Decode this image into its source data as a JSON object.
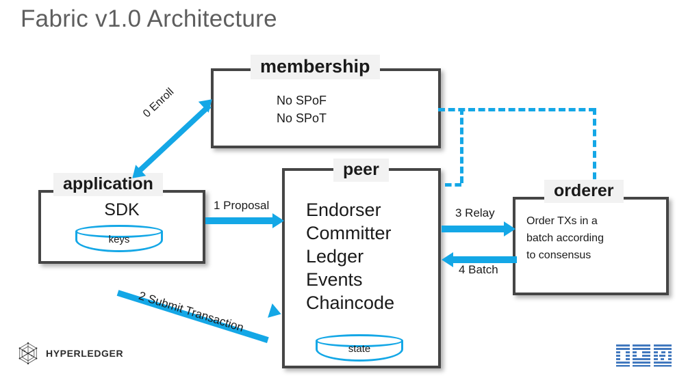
{
  "page": {
    "title": "Fabric v1.0 Architecture",
    "accent_color": "#14A7E6",
    "box_border_color": "#454545",
    "tag_background": "#f2f2f2",
    "title_color": "#5e5e5e",
    "ibm_blue": "#4178BE"
  },
  "boxes": {
    "membership": {
      "label": "membership",
      "body": "No SPoF\nNo SPoT"
    },
    "application": {
      "label": "application",
      "body": "SDK",
      "store": "keys"
    },
    "peer": {
      "label": "peer",
      "body": "Endorser\nCommitter\nLedger\nEvents\nChaincode",
      "store": "state"
    },
    "orderer": {
      "label": "orderer",
      "body": "Order TXs in a\nbatch according\nto consensus"
    }
  },
  "flows": [
    {
      "id": "enroll",
      "label": "0 Enroll"
    },
    {
      "id": "proposal",
      "label": "1 Proposal"
    },
    {
      "id": "submit",
      "label": "2 Submit Transaction"
    },
    {
      "id": "relay",
      "label": "3 Relay"
    },
    {
      "id": "batch",
      "label": "4 Batch"
    }
  ],
  "footer": {
    "hyperledger": "HYPERLEDGER",
    "ibm": "IBM"
  }
}
